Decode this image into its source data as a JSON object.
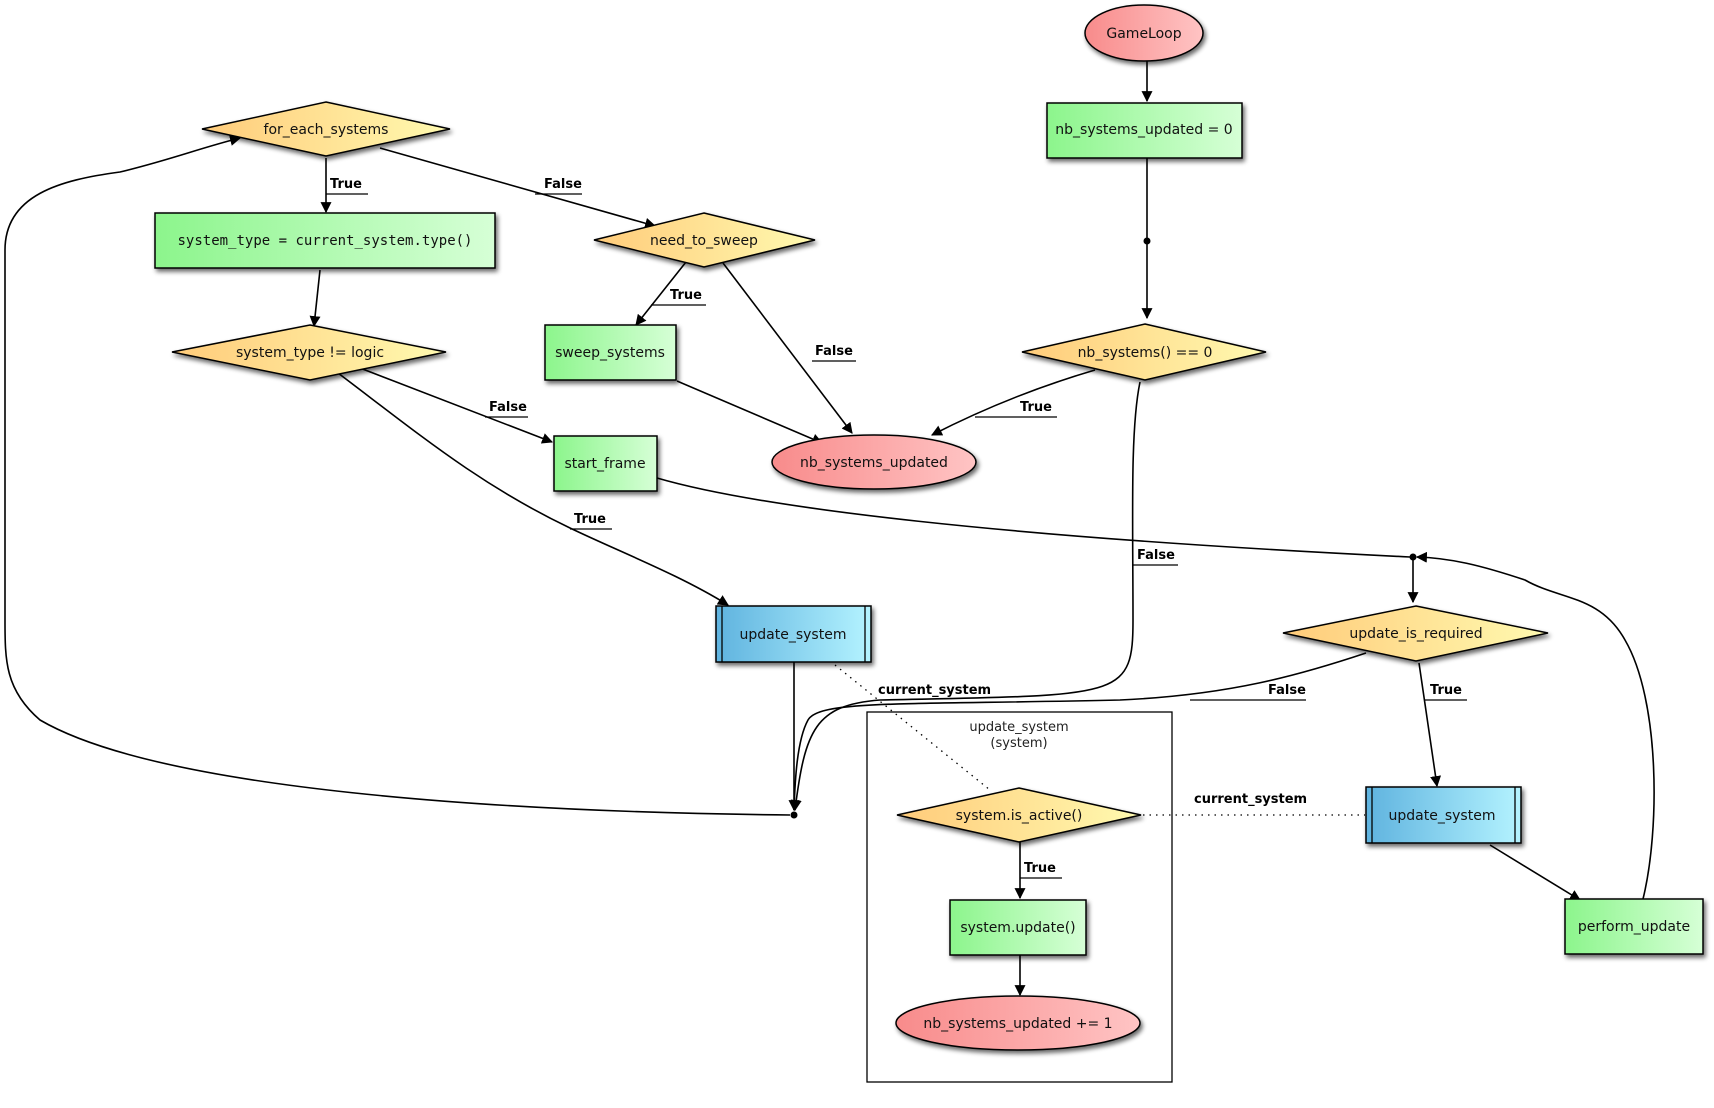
{
  "colors": {
    "terminal_fill_start": "#f88b8b",
    "terminal_fill_end": "#ffc4c4",
    "process_fill_start": "#8cf58c",
    "process_fill_end": "#d6ffd6",
    "decision_fill_start": "#ffcb7a",
    "decision_fill_end": "#fffab0",
    "subprocess_fill_start": "#5fb3df",
    "subprocess_fill_end": "#b4f3ff"
  },
  "nodes": {
    "gameloop": "GameLoop",
    "init_counter": "nb_systems_updated = 0",
    "check_count": "nb_systems() == 0",
    "end_result": "nb_systems_updated",
    "for_each": "for_each_systems",
    "system_type_assign": "system_type = current_system.type()",
    "need_to_sweep": "need_to_sweep",
    "sweep_systems": "sweep_systems",
    "system_type_check": "system_type != logic",
    "start_frame": "start_frame",
    "update_system_a": "update_system",
    "update_is_required": "update_is_required",
    "update_system_b": "update_system",
    "perform_update": "perform_update",
    "is_active": "system.is_active()",
    "system_update": "system.update()",
    "increment": "nb_systems_updated += 1"
  },
  "cluster": {
    "title": "update_system",
    "subtitle": "(system)"
  },
  "edge_labels": {
    "true": "True",
    "false": "False",
    "current_system": "current_system"
  }
}
